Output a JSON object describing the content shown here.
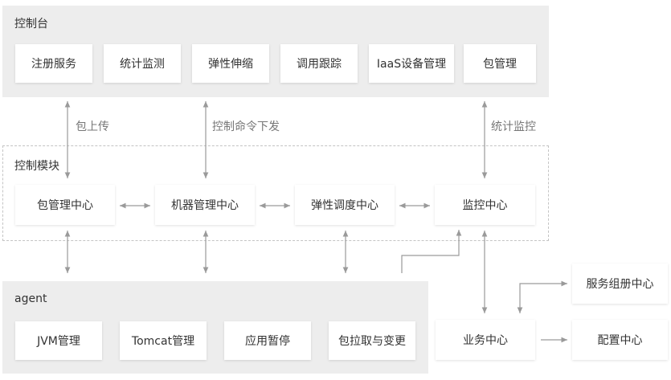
{
  "console": {
    "title": "控制台",
    "items": [
      "注册服务",
      "统计监测",
      "弹性伸缩",
      "调用跟踪",
      "IaaS设备管理",
      "包管理"
    ]
  },
  "control_module": {
    "title": "控制模块",
    "items": [
      "包管理中心",
      "机器管理中心",
      "弹性调度中心",
      "监控中心"
    ]
  },
  "agent": {
    "title": "agent",
    "items": [
      "JVM管理",
      "Tomcat管理",
      "应用暂停",
      "包拉取与变更"
    ]
  },
  "side": {
    "business": "业务中心",
    "registry": "服务组册中心",
    "config": "配置中心"
  },
  "edge_labels": {
    "upload": "包上传",
    "command": "控制命令下发",
    "monitor": "统计监控"
  },
  "colors": {
    "panel_bg": "#ededed",
    "box_bg": "#ffffff",
    "line": "#9a9a9a"
  }
}
